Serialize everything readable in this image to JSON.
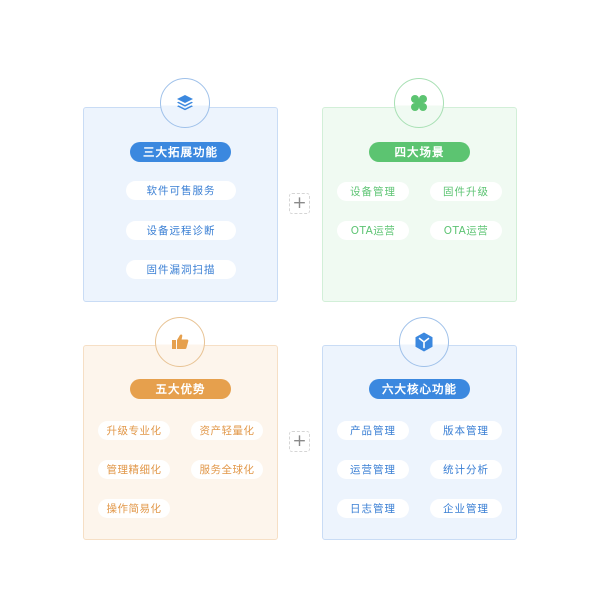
{
  "colors": {
    "blue": "#3b88df",
    "green": "#5cc471",
    "orange": "#e6a04d"
  },
  "operators": {
    "top_plus": "+",
    "bottom_plus": "+"
  },
  "panels": {
    "extended_functions": {
      "icon": "layers-icon",
      "title": "三大拓展功能",
      "items": [
        "软件可售服务",
        "设备远程诊断",
        "固件漏洞扫描"
      ]
    },
    "scenarios": {
      "icon": "clover-icon",
      "title": "四大场景",
      "items": [
        "设备管理",
        "固件升级",
        "OTA运营",
        "OTA运营"
      ]
    },
    "advantages": {
      "icon": "thumbs-up-icon",
      "title": "五大优势",
      "items": [
        "升级专业化",
        "资产轻量化",
        "管理精细化",
        "服务全球化",
        "操作简易化"
      ]
    },
    "core_functions": {
      "icon": "cube-icon",
      "title": "六大核心功能",
      "items": [
        "产品管理",
        "版本管理",
        "运营管理",
        "统计分析",
        "日志管理",
        "企业管理"
      ]
    }
  }
}
